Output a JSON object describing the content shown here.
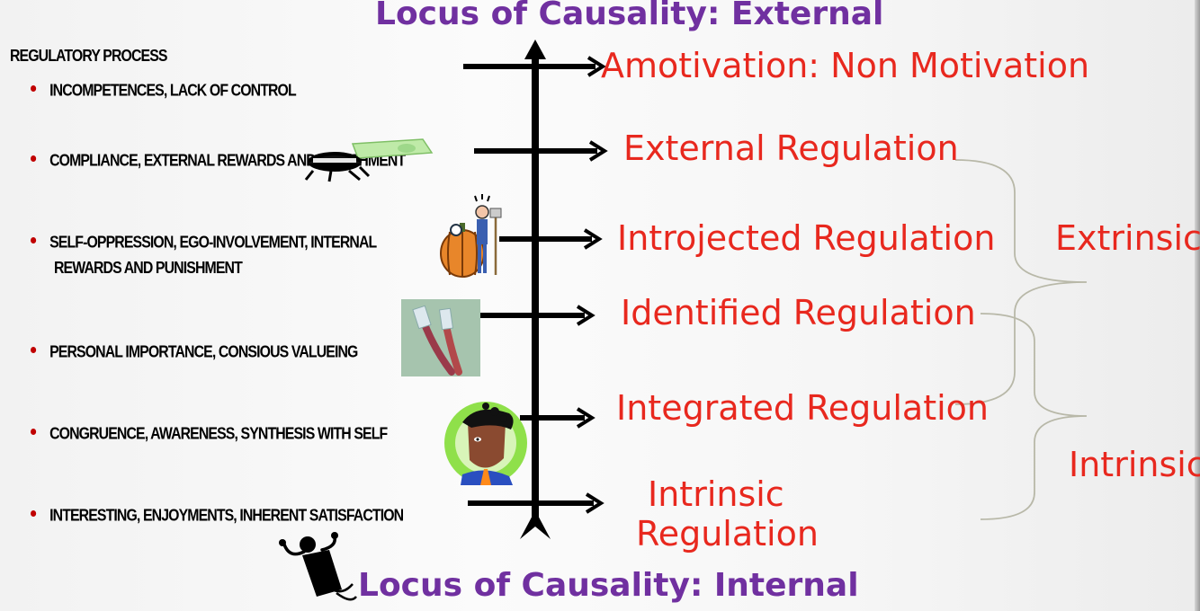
{
  "titles": {
    "top": "Locus of Causality: External",
    "bottom": "Locus of Causality: Internal"
  },
  "regulatory_process": {
    "header": "REGULATORY PROCESS",
    "items": [
      {
        "text": "INCOMPETENCES, LACK OF CONTROL"
      },
      {
        "text": "COMPLIANCE,  EXTERNAL REWARDS AND PUNISHMENT"
      },
      {
        "text": "SELF-OPPRESSION, EGO-INVOLVEMENT, INTERNAL",
        "text2": "REWARDS AND PUNISHMENT"
      },
      {
        "text": "PERSONAL IMPORTANCE, CONSIOUS VALUEING"
      },
      {
        "text": "CONGRUENCE, AWARENESS, SYNTHESIS WITH SELF"
      },
      {
        "text": "INTERESTING, ENJOYMENTS, INHERENT SATISFACTION"
      }
    ]
  },
  "regulation_levels": [
    {
      "label": "Amotivation: Non Motivation"
    },
    {
      "label": "External Regulation"
    },
    {
      "label": "Introjected Regulation"
    },
    {
      "label": "Identified Regulation"
    },
    {
      "label": "Integrated Regulation"
    },
    {
      "label": "Intrinsic",
      "label2": "Regulation"
    }
  ],
  "groups": {
    "extrinsic": "Extrinsic",
    "intrinsic": "Intrinsic"
  },
  "colors": {
    "title": "#7030a0",
    "level_text": "#e8281e",
    "bullet": "#c00000",
    "axis": "#000000",
    "brace": "#b8b8a8"
  },
  "icons": [
    "wind-up-toy-money-icon",
    "pumpkin-farmer-icon",
    "toothbrushes-icon",
    "thinking-head-icon",
    "stick-figure-icon"
  ]
}
